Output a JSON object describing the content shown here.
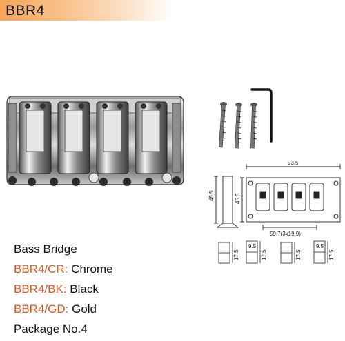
{
  "header": {
    "model": "BBR4"
  },
  "product": {
    "name": "Bass Bridge",
    "variants": [
      {
        "code": "BBR4/CR:",
        "finish": "Chrome"
      },
      {
        "code": "BBR4/BK:",
        "finish": "Black"
      },
      {
        "code": "BBR4/GD:",
        "finish": "Gold"
      }
    ],
    "package": "Package No.4"
  },
  "drawing": {
    "overall_width": "93.5",
    "height_left": "45.5",
    "height_right": "45.5",
    "saddle_spacing": "59.7(3x19.9)",
    "side_label": "17.5",
    "side_label_small": "9.5"
  }
}
